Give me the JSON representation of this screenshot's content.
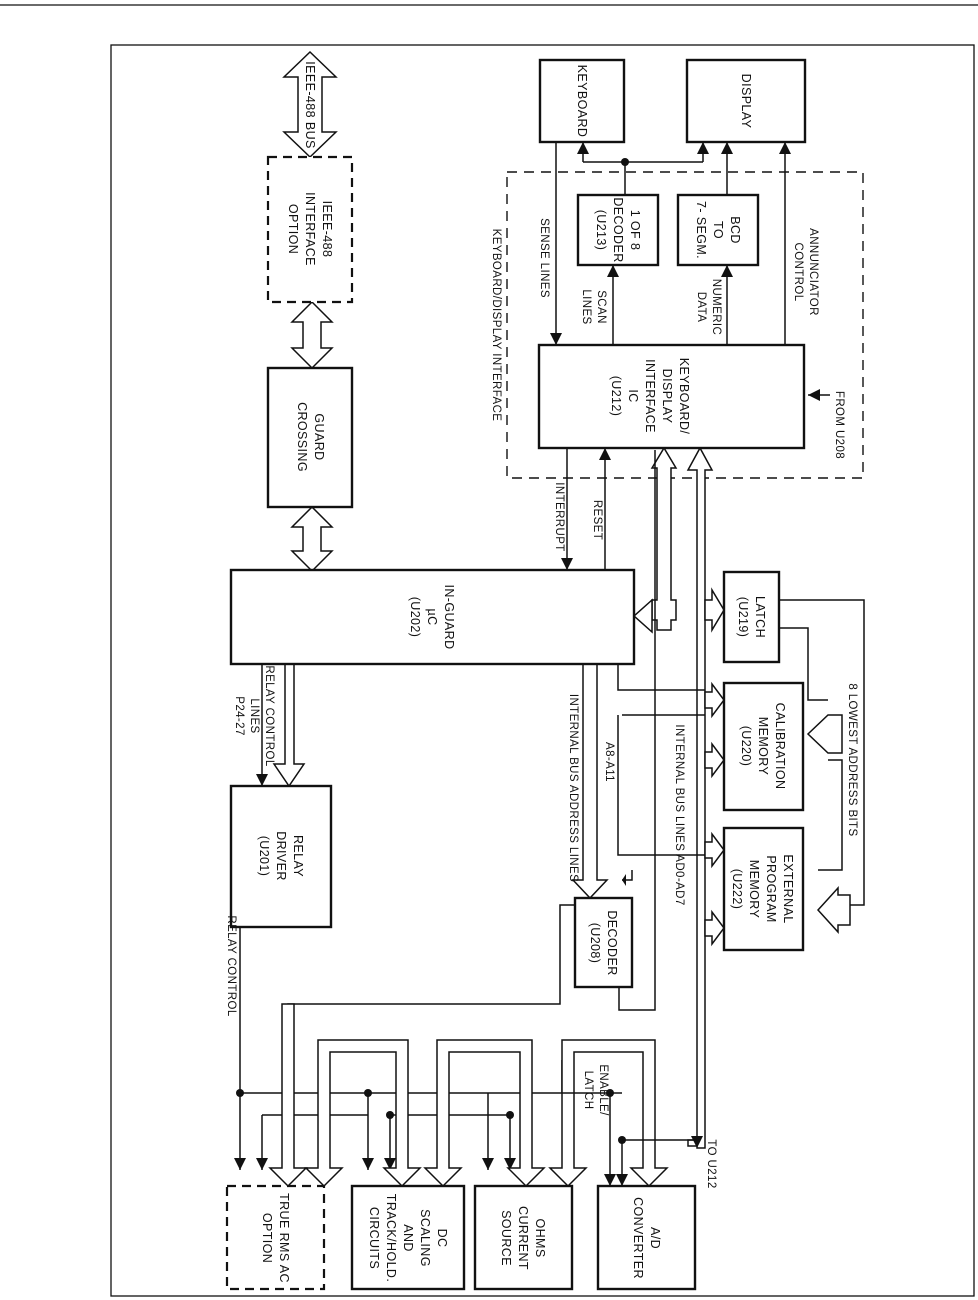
{
  "blocks": {
    "ieee_bus": "IEEE-488 BUS",
    "ieee_option": [
      "IEEE-488",
      "INTERFACE",
      "OPTION"
    ],
    "guard_crossing": [
      "GUARD",
      "CROSSING"
    ],
    "in_guard": [
      "IN-GUARD",
      "µC",
      "(U202)"
    ],
    "keyboard": "KEYBOARD",
    "display": "DISPLAY",
    "decoder_1of8": [
      "1 OF 8",
      "DECODER",
      "(U213)"
    ],
    "bcd": [
      "BCD",
      "TO",
      "7- SEGM."
    ],
    "kbd_ic": [
      "KEYBOARD/",
      "DISPLAY",
      "INTERFACE",
      "IC",
      "(U212)"
    ],
    "relay_driver": [
      "RELAY",
      "DRIVER",
      "(U201)"
    ],
    "latch": [
      "LATCH",
      "(U219)"
    ],
    "calibration": [
      "CALIBRATION",
      "MEMORY",
      "(U220)"
    ],
    "external_prog": [
      "EXTERNAL",
      "PROGRAM",
      "MEMORY",
      "(U222)"
    ],
    "decoder_u208": [
      "DECODER",
      "(U208)"
    ],
    "true_rms": [
      "TRUE RMS AC",
      "OPTION"
    ],
    "dc_scaling": [
      "DC",
      "SCALING",
      "AND",
      "TRACK/HOLD.",
      "CIRCUITS"
    ],
    "ohms": [
      "OHMS",
      "CURRENT",
      "SOURCE"
    ],
    "ad": [
      "A/D",
      "CONVERTER"
    ]
  },
  "labels": {
    "kbd_display_interface": "KEYBOARD/DISPLAY INTERFACE",
    "sense_lines": "SENSE LINES",
    "scan_lines": [
      "SCAN",
      "LINES"
    ],
    "numeric_data": [
      "NUMERIC",
      "DATA"
    ],
    "annunciator": [
      "ANNUNCIATOR",
      "CONTROL"
    ],
    "from_u208": "FROM U208",
    "interrupt": "INTERRUPT",
    "reset": "RESET",
    "relay_control_lines": [
      "RELAY CONTROL",
      "LINES",
      "P24-27"
    ],
    "internal_addr": "INTERNAL BUS ADDRESS LINES",
    "a8_a11": "A8-A11",
    "internal_ad": "INTERNAL BUS LINES AD0-AD7",
    "lowest_bits": "8 LOWEST ADDRESS BITS",
    "relay_control": "RELAY CONTROL",
    "enable_latch": [
      "ENABLE/",
      "LATCH"
    ],
    "to_u212": "TO U212"
  }
}
